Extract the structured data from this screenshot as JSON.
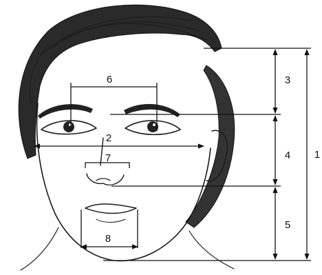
{
  "figure": {
    "labels": {
      "full_face_height": "1",
      "face_width": "2",
      "forehead_height": "3",
      "mid_face_height": "4",
      "lower_face_height": "5",
      "brow_span": "6",
      "nose_width": "7",
      "mouth_width": "8"
    }
  }
}
